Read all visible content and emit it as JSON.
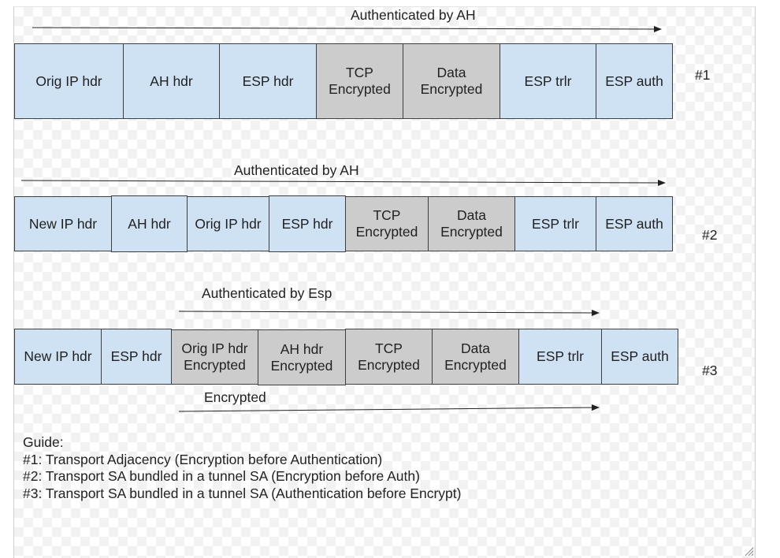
{
  "rows": [
    {
      "label": "#1",
      "arrows": [
        {
          "text": "Authenticated by AH"
        }
      ],
      "cells": [
        {
          "text": "Orig IP hdr",
          "fill": "blue"
        },
        {
          "text": "AH hdr",
          "fill": "blue"
        },
        {
          "text": "ESP hdr",
          "fill": "blue"
        },
        {
          "text": "TCP\nEncrypted",
          "fill": "gray"
        },
        {
          "text": "Data\nEncrypted",
          "fill": "gray"
        },
        {
          "text": "ESP trlr",
          "fill": "blue"
        },
        {
          "text": "ESP auth",
          "fill": "blue"
        }
      ]
    },
    {
      "label": "#2",
      "arrows": [
        {
          "text": "Authenticated by AH"
        }
      ],
      "cells": [
        {
          "text": "New IP hdr",
          "fill": "blue"
        },
        {
          "text": "AH hdr",
          "fill": "blue"
        },
        {
          "text": "Orig IP hdr",
          "fill": "blue"
        },
        {
          "text": "ESP hdr",
          "fill": "blue"
        },
        {
          "text": "TCP\nEncrypted",
          "fill": "gray"
        },
        {
          "text": "Data\nEncrypted",
          "fill": "gray"
        },
        {
          "text": "ESP trlr",
          "fill": "blue"
        },
        {
          "text": "ESP auth",
          "fill": "blue"
        }
      ]
    },
    {
      "label": "#3",
      "arrows": [
        {
          "text": "Authenticated by Esp"
        },
        {
          "text": "Encrypted"
        }
      ],
      "cells": [
        {
          "text": "New IP hdr",
          "fill": "blue"
        },
        {
          "text": "ESP hdr",
          "fill": "blue"
        },
        {
          "text": "Orig IP hdr\nEncrypted",
          "fill": "gray"
        },
        {
          "text": "AH hdr\nEncrypted",
          "fill": "gray"
        },
        {
          "text": "TCP\nEncrypted",
          "fill": "gray"
        },
        {
          "text": "Data\nEncrypted",
          "fill": "gray"
        },
        {
          "text": "ESP trlr",
          "fill": "blue"
        },
        {
          "text": "ESP auth",
          "fill": "blue"
        }
      ]
    }
  ],
  "guide": {
    "title": "Guide:",
    "lines": [
      "#1: Transport Adjacency (Encryption before Authentication)",
      "#2: Transport SA bundled in a tunnel SA (Encryption before Auth)",
      "#3: Transport SA bundled in a tunnel SA (Authentication before Encrypt)"
    ]
  },
  "colors": {
    "blue": "#cfe2f3",
    "gray": "#cccccc",
    "stroke": "#3f3f3f"
  }
}
